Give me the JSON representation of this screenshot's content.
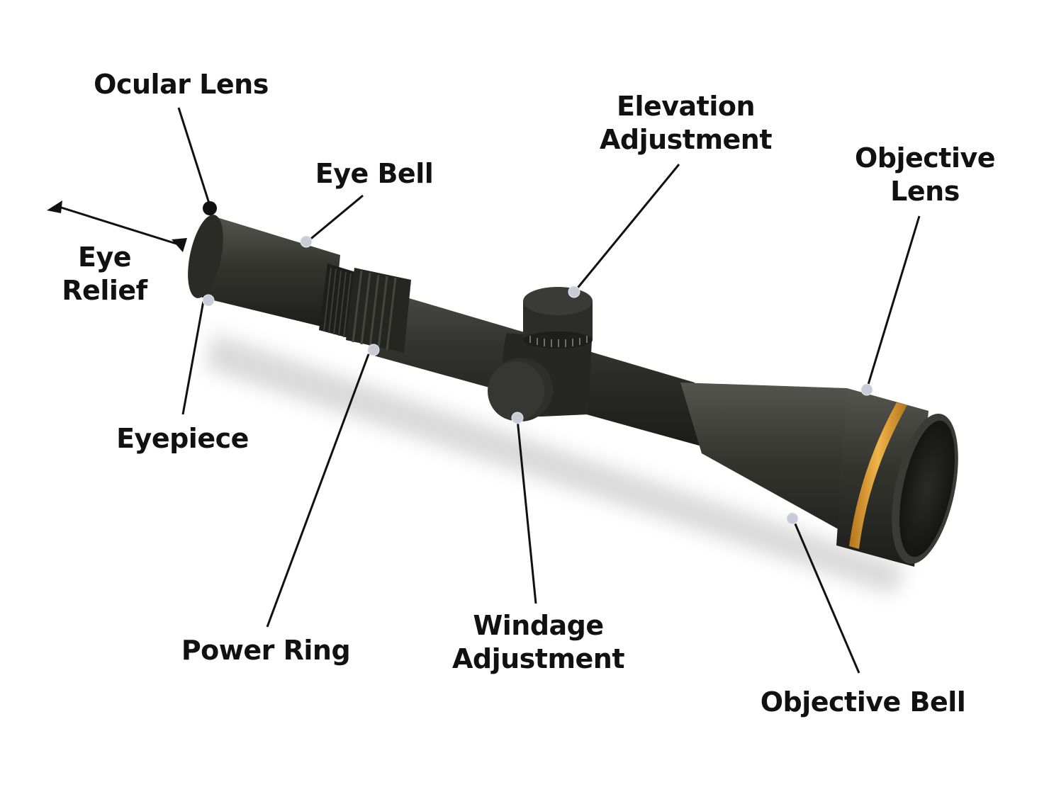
{
  "diagram": {
    "subject": "Rifle scope",
    "colors": {
      "background": "#ffffff",
      "text": "#111111",
      "scope_body": "#2a2a28",
      "brass_ring": "#d4962e",
      "leader_line": "#111111",
      "marker_dot": "#c9ccd6"
    },
    "labels": [
      {
        "id": "ocular-lens",
        "lines": [
          "Ocular Lens"
        ]
      },
      {
        "id": "eye-bell",
        "lines": [
          "Eye Bell"
        ]
      },
      {
        "id": "eye-relief",
        "lines": [
          "Eye",
          "Relief"
        ]
      },
      {
        "id": "eyepiece",
        "lines": [
          "Eyepiece"
        ]
      },
      {
        "id": "power-ring",
        "lines": [
          "Power Ring"
        ]
      },
      {
        "id": "elevation-adjustment",
        "lines": [
          "Elevation",
          "Adjustment"
        ]
      },
      {
        "id": "windage-adjustment",
        "lines": [
          "Windage",
          "Adjustment"
        ]
      },
      {
        "id": "objective-lens",
        "lines": [
          "Objective",
          "Lens"
        ]
      },
      {
        "id": "objective-bell",
        "lines": [
          "Objective Bell"
        ]
      }
    ]
  }
}
